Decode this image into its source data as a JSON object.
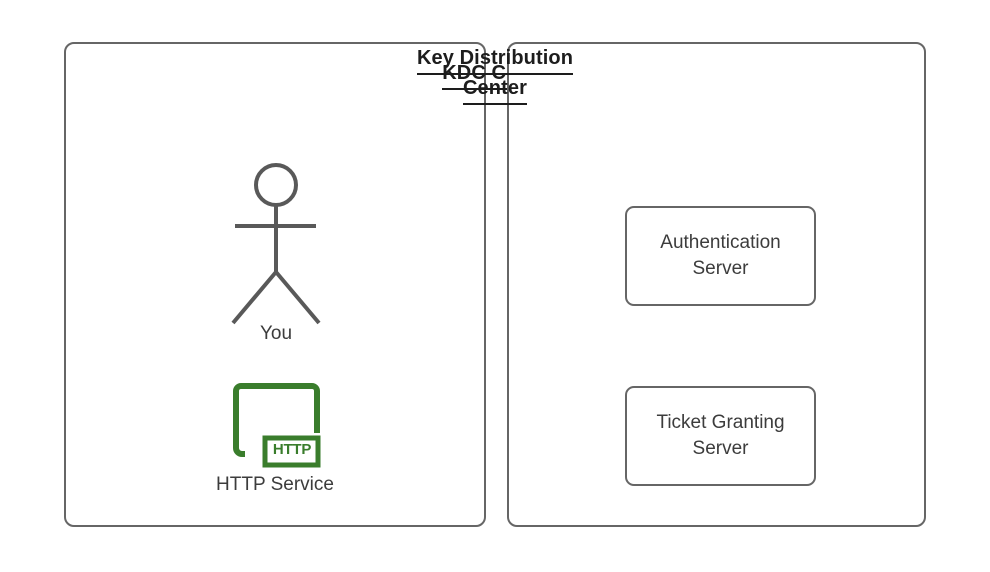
{
  "diagram": {
    "title_left": "KDC Client",
    "title_right_line1": "Key Distribution",
    "title_right_line2": "Center",
    "colors": {
      "stroke": "#666666",
      "text": "#3c3c3c",
      "heading": "#1d1d1d",
      "http_green": "#3a7d2c",
      "background": "#ffffff"
    }
  },
  "client_panel": {
    "heading": "KDC Client",
    "actor": {
      "label": "You",
      "icon": "stick-figure-icon"
    },
    "service": {
      "label": "HTTP Service",
      "badge": "HTTP",
      "icon": "http-service-icon"
    }
  },
  "kdc_panel": {
    "heading_line1": "Key Distribution",
    "heading_line2": "Center",
    "nodes": [
      {
        "label": "Authentication\nServer",
        "name": "authentication-server"
      },
      {
        "label": "Ticket Granting\nServer",
        "name": "ticket-granting-server"
      }
    ]
  }
}
